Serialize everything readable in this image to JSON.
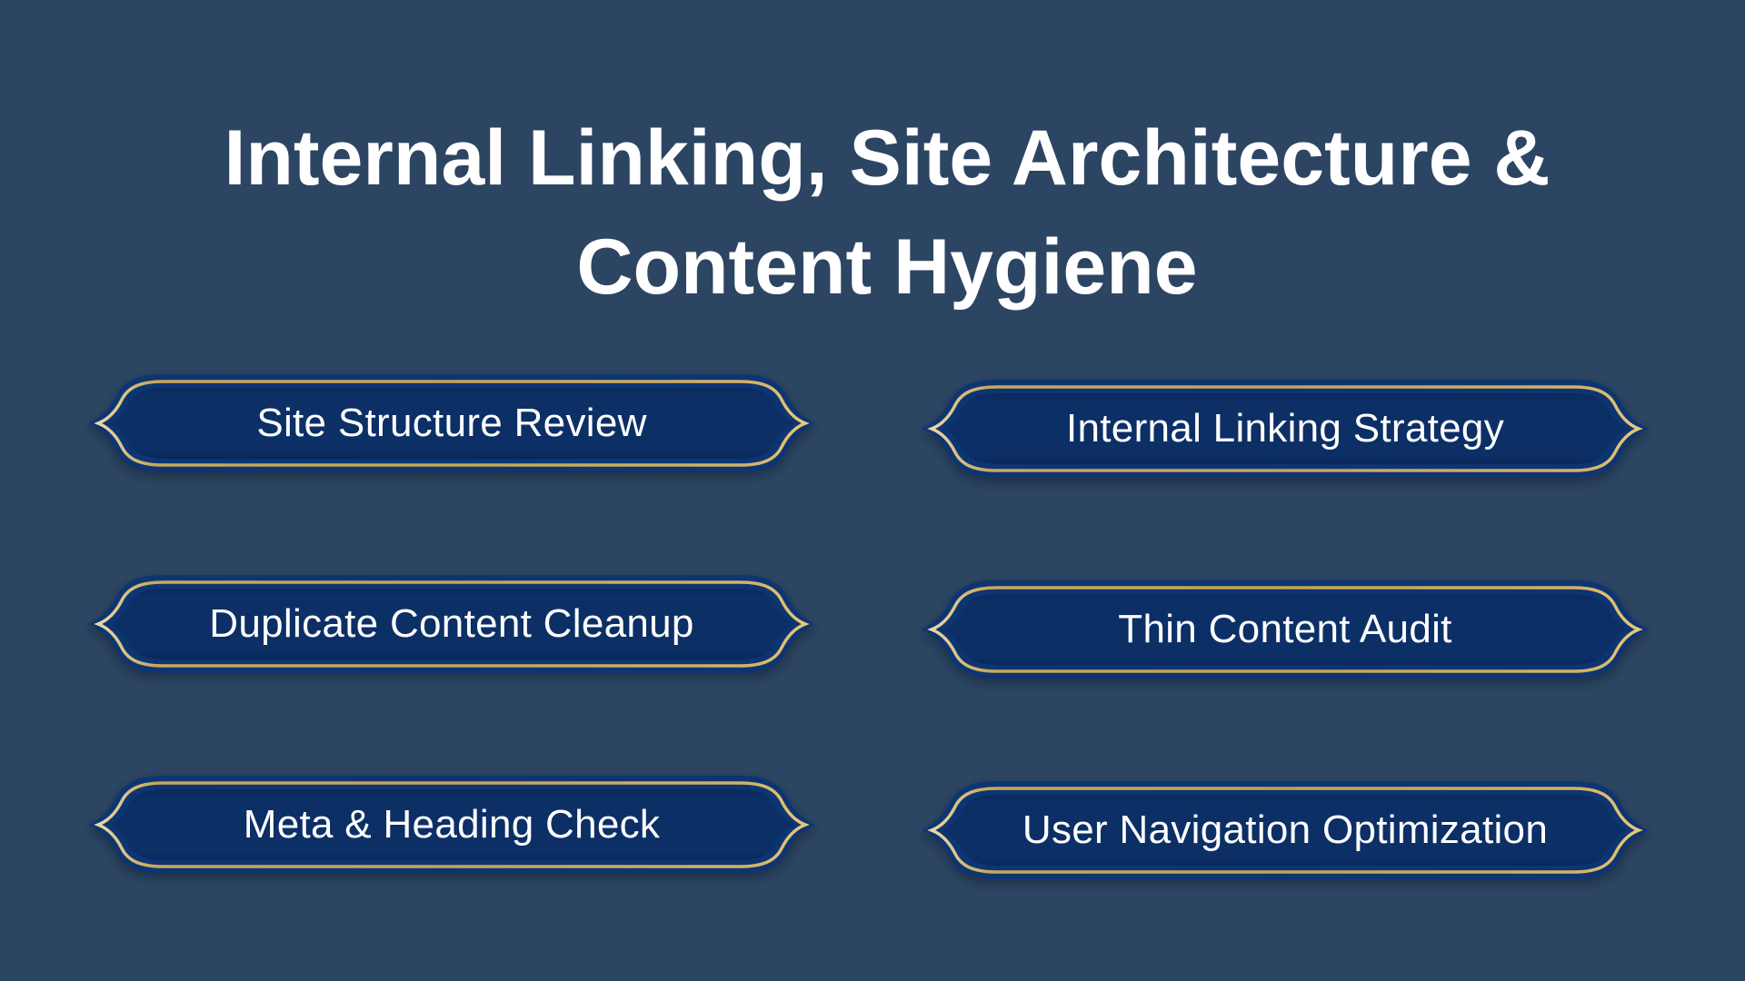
{
  "title": {
    "line1": "Internal Linking, Site Architecture &",
    "line2": "Content Hygiene"
  },
  "colors": {
    "background": "#2c4562",
    "badge_outer": "#0b3672",
    "badge_inner": "#0c2f66",
    "badge_gold": "#c9a85a",
    "text": "#ffffff"
  },
  "badges": {
    "left": [
      {
        "label": "Site Structure Review"
      },
      {
        "label": "Duplicate Content Cleanup"
      },
      {
        "label": "Meta & Heading Check"
      }
    ],
    "right": [
      {
        "label": "Internal Linking Strategy"
      },
      {
        "label": "Thin Content Audit"
      },
      {
        "label": "User Navigation Optimization"
      }
    ]
  }
}
